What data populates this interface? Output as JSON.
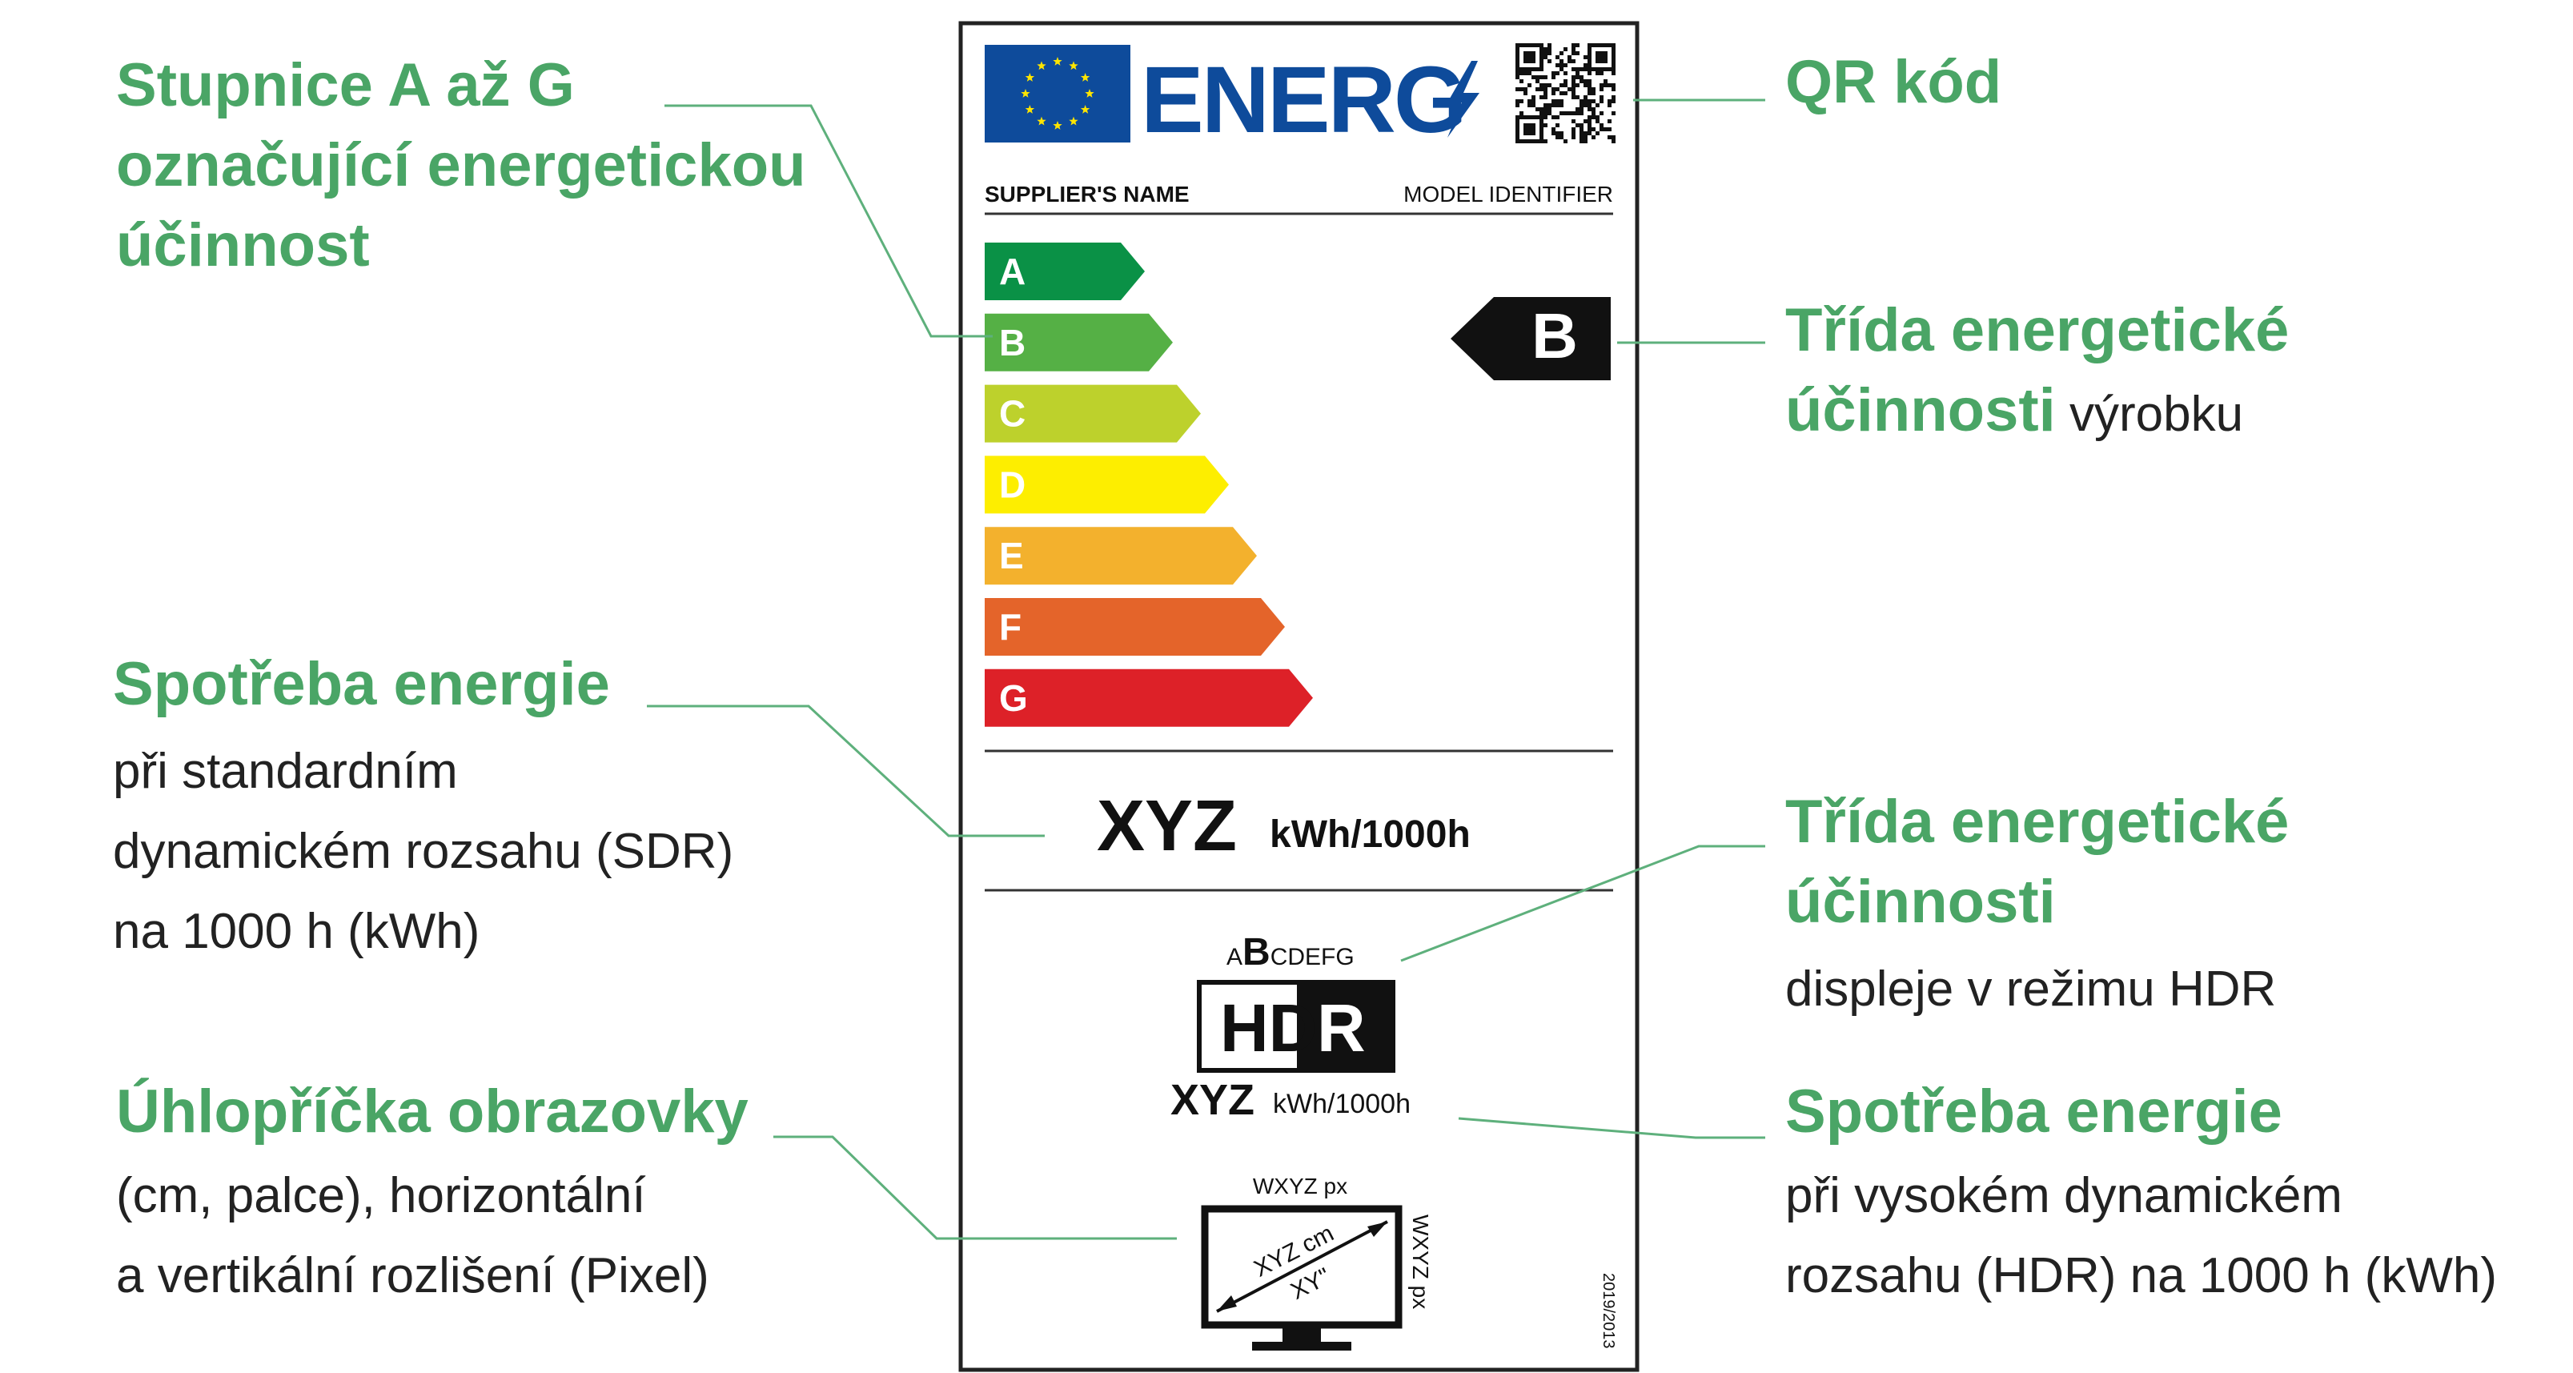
{
  "colors": {
    "accent_green": "#4aa566",
    "leader_line": "#5eb07c",
    "eu_blue": "#0e4b9b",
    "eu_star": "#ffe500",
    "text_dark": "#111111"
  },
  "label": {
    "logo_text": "ENERG",
    "logo_icon": "lightning-bolt-icon",
    "eu_flag_icon": "eu-flag-icon",
    "qr_icon": "qr-code-icon",
    "supplier": "SUPPLIER'S NAME",
    "model": "MODEL IDENTIFIER",
    "scale": [
      {
        "letter": "A",
        "color": "#0a9146"
      },
      {
        "letter": "B",
        "color": "#55b045"
      },
      {
        "letter": "C",
        "color": "#bdd12c"
      },
      {
        "letter": "D",
        "color": "#fdee00"
      },
      {
        "letter": "E",
        "color": "#f3b12d"
      },
      {
        "letter": "F",
        "color": "#e4642a"
      },
      {
        "letter": "G",
        "color": "#dd2128"
      }
    ],
    "class_arrow": "B",
    "sdr_value": "XYZ",
    "sdr_unit": "kWh/1000h",
    "hdr_scale_prefix": "A",
    "hdr_scale_selected": "B",
    "hdr_scale_suffix": "CDEFG",
    "hdr_badge_left": "HD",
    "hdr_badge_right": "R",
    "hdr_value": "XYZ",
    "hdr_unit": "kWh/1000h",
    "screen_icon": "tv-screen-icon",
    "screen_width": "WXYZ px",
    "screen_height": "WXYZ px",
    "screen_diag_cm": "XYZ cm",
    "screen_diag_in": "XY\"",
    "regulation": "2019/2013"
  },
  "annotations": {
    "scale": {
      "lines": [
        "Stupnice A až G",
        "označující energetickou",
        "účinnost"
      ]
    },
    "qr": {
      "title": "QR kód"
    },
    "product_class": {
      "title_line1": "Třída energetické",
      "title_line2": "účinnosti",
      "suffix": " výrobku"
    },
    "sdr": {
      "title": "Spotřeba energie",
      "body": [
        "při standardním",
        "dynamickém rozsahu (SDR)",
        "na 1000 h (kWh)"
      ]
    },
    "hdr_class": {
      "title_line1": "Třída energetické",
      "title_line2": "účinnosti",
      "body": [
        "displeje v režimu HDR"
      ]
    },
    "diagonal": {
      "title": "Úhlopříčka obrazovky",
      "body": [
        "(cm, palce), horizontální",
        "a vertikální rozlišení (Pixel)"
      ]
    },
    "hdr_energy": {
      "title": "Spotřeba energie",
      "body": [
        "při vysokém dynamickém",
        "rozsahu (HDR) na 1000 h (kWh)"
      ]
    }
  }
}
